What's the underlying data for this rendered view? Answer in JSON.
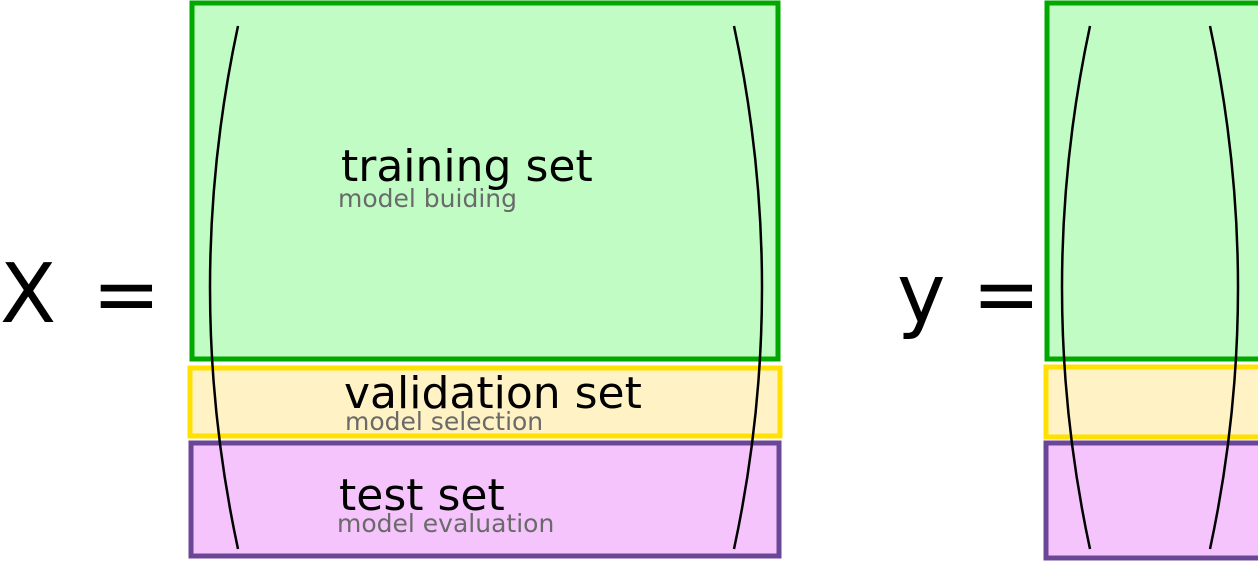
{
  "equations": {
    "x_matrix": {
      "lhs": "X",
      "equals": "="
    },
    "y_vector": {
      "lhs": "y",
      "equals": "="
    }
  },
  "splits": {
    "training": {
      "title": "training set",
      "subtitle": "model buiding",
      "fill": "#c0fcc4",
      "stroke": "#00a800"
    },
    "validation": {
      "title": "validation set",
      "subtitle": "model selection",
      "fill": "#fff2c4",
      "stroke": "#ffe000"
    },
    "test": {
      "title": "test set",
      "subtitle": "model evaluation",
      "fill": "#f6c4fc",
      "stroke": "#6c4696"
    }
  },
  "colors": {
    "text": "#000000",
    "subtitle": "#6a6a6a",
    "bracket": "#000000"
  }
}
